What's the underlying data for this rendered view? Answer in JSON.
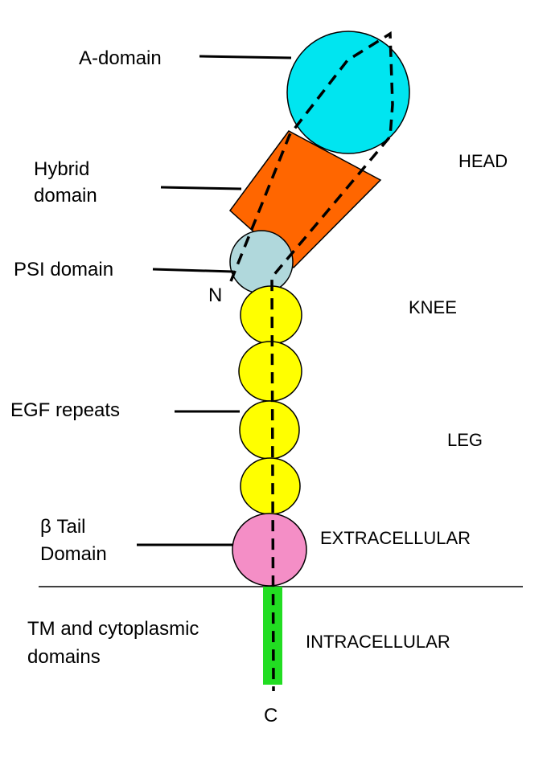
{
  "labels": {
    "a_domain": "A-domain",
    "hybrid_line1": "Hybrid",
    "hybrid_line2": "domain",
    "psi_domain": "PSI domain",
    "n_terminus": "N",
    "egf_repeats": "EGF repeats",
    "beta_tail_line1": "β Tail",
    "beta_tail_line2": "Domain",
    "tm_line1": "TM and cytoplasmic",
    "tm_line2": "domains",
    "c_terminus": "C"
  },
  "regions": {
    "head": "HEAD",
    "knee": "KNEE",
    "leg": "LEG",
    "extracellular": "EXTRACELLULAR",
    "intracellular": "INTRACELLULAR"
  },
  "colors": {
    "a_domain": "#00e5f0",
    "hybrid_domain": "#ff6600",
    "psi_domain": "#b0d8dc",
    "egf_repeats": "#ffff00",
    "beta_tail": "#f48ec6",
    "tm_segment": "#22dd22",
    "chain": "#000000",
    "membrane": "#000000"
  }
}
